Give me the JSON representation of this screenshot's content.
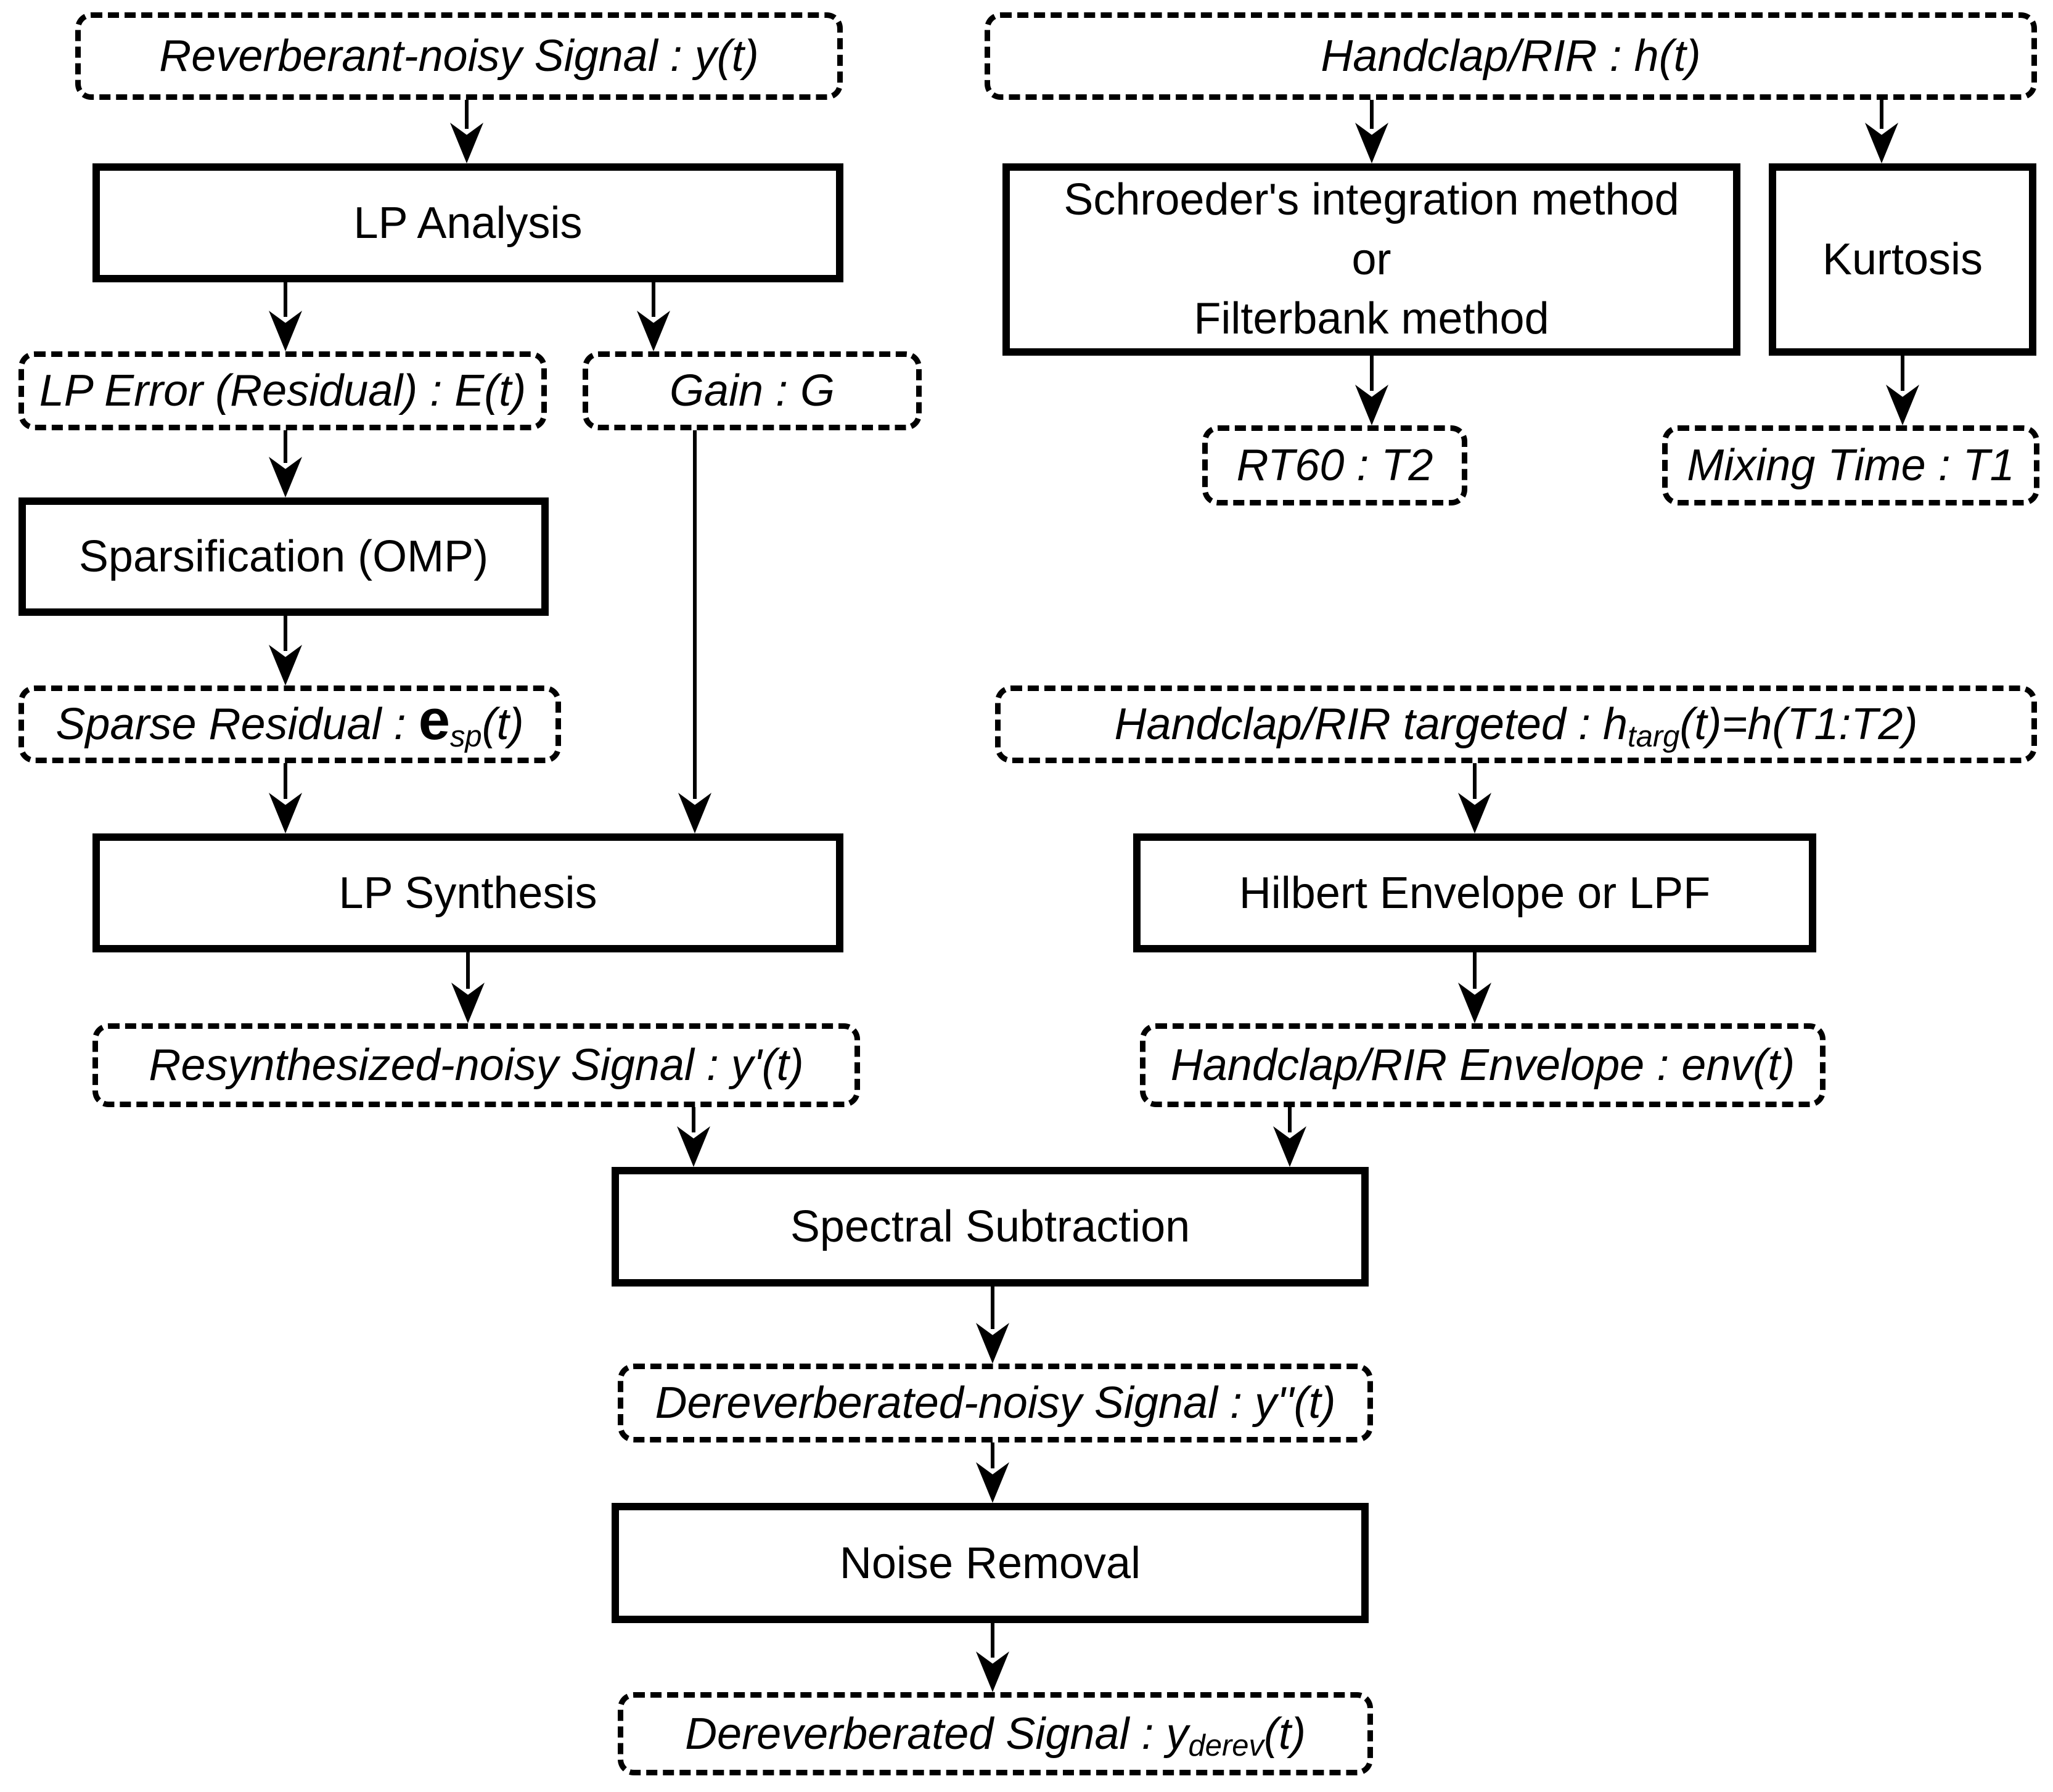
{
  "colors": {
    "ink": "#000000",
    "paper": "#ffffff"
  },
  "nodes": {
    "reverberant_signal": {
      "label": "Reverberant-noisy Signal : y(t)"
    },
    "lp_analysis": {
      "label": "LP Analysis"
    },
    "lp_error": {
      "label": "LP Error (Residual) : E(t)"
    },
    "gain": {
      "label": "Gain : G"
    },
    "sparsification": {
      "label": "Sparsification (OMP)"
    },
    "sparse_residual": {
      "prefix": "Sparse Residual : ",
      "bold_symbol": "e",
      "subscript": "sp",
      "suffix": "(t)"
    },
    "lp_synthesis": {
      "label": "LP Synthesis"
    },
    "resynthesized_signal": {
      "label": "Resynthesized-noisy Signal : y'(t)"
    },
    "spectral_subtraction": {
      "label": "Spectral Subtraction"
    },
    "dereverberated_noisy_signal": {
      "label": "Dereverberated-noisy Signal : y''(t)"
    },
    "noise_removal": {
      "label": "Noise Removal"
    },
    "dereverberated_signal": {
      "prefix": "Dereverberated Signal : y",
      "subscript": "derev",
      "suffix": "(t)"
    },
    "handclap_rir": {
      "label": "Handclap/RIR : h(t)"
    },
    "schroeder_filterbank": {
      "line1": "Schroeder's integration method",
      "line2": "or",
      "line3": "Filterbank method"
    },
    "kurtosis": {
      "label": "Kurtosis"
    },
    "rt60": {
      "label": "RT60 : T2"
    },
    "mixing_time": {
      "label": "Mixing Time : T1"
    },
    "handclap_targeted": {
      "prefix": "Handclap/RIR targeted : h",
      "subscript": "targ",
      "suffix": "(t)=h(T1:T2)"
    },
    "hilbert_envelope": {
      "label": "Hilbert Envelope or LPF"
    },
    "handclap_envelope": {
      "label": "Handclap/RIR Envelope : env(t)"
    }
  }
}
